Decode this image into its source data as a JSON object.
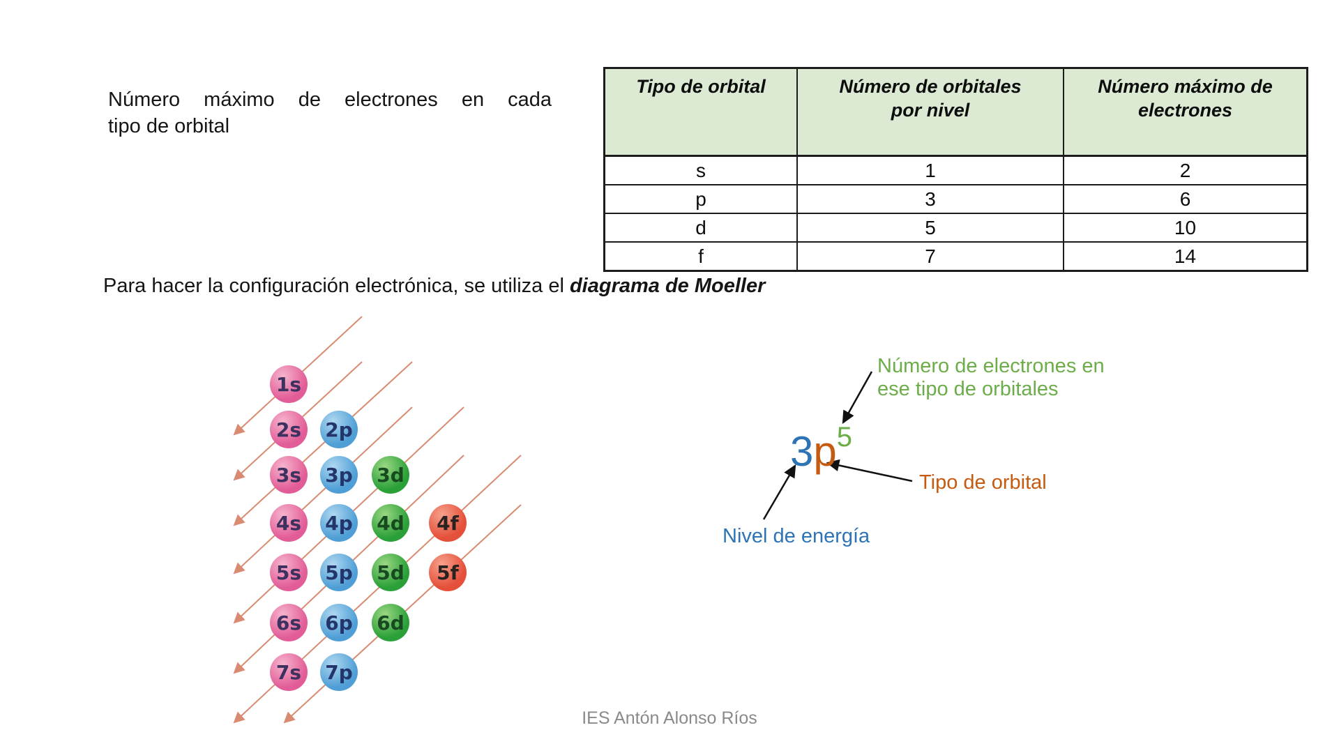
{
  "page": {
    "background": "#ffffff"
  },
  "intro": {
    "line1": "Número máximo de electrones en cada",
    "line2": "tipo de orbital"
  },
  "table": {
    "headers": [
      "Tipo de orbital",
      "Número de orbitales por nivel",
      "Número máximo de electrones"
    ],
    "rows": [
      [
        "s",
        "1",
        "2"
      ],
      [
        "p",
        "3",
        "6"
      ],
      [
        "d",
        "5",
        "10"
      ],
      [
        "f",
        "7",
        "14"
      ]
    ],
    "header_bg": "#dcead3",
    "border_color": "#1c1c1c"
  },
  "caption": {
    "prefix": "Para hacer la configuración electrónica, se utiliza el ",
    "emphasis": "diagrama de Moeller"
  },
  "moeller": {
    "balls": [
      {
        "label": "1s",
        "type": "s",
        "col": 0,
        "row": 0
      },
      {
        "label": "2s",
        "type": "s",
        "col": 0,
        "row": 1
      },
      {
        "label": "2p",
        "type": "p",
        "col": 1,
        "row": 1
      },
      {
        "label": "3s",
        "type": "s",
        "col": 0,
        "row": 2
      },
      {
        "label": "3p",
        "type": "p",
        "col": 1,
        "row": 2
      },
      {
        "label": "3d",
        "type": "d",
        "col": 2,
        "row": 2
      },
      {
        "label": "4s",
        "type": "s",
        "col": 0,
        "row": 3
      },
      {
        "label": "4p",
        "type": "p",
        "col": 1,
        "row": 3
      },
      {
        "label": "4d",
        "type": "d",
        "col": 2,
        "row": 3
      },
      {
        "label": "4f",
        "type": "f",
        "col": 3,
        "row": 3
      },
      {
        "label": "5s",
        "type": "s",
        "col": 0,
        "row": 4
      },
      {
        "label": "5p",
        "type": "p",
        "col": 1,
        "row": 4
      },
      {
        "label": "5d",
        "type": "d",
        "col": 2,
        "row": 4
      },
      {
        "label": "5f",
        "type": "f",
        "col": 3,
        "row": 4
      },
      {
        "label": "6s",
        "type": "s",
        "col": 0,
        "row": 5
      },
      {
        "label": "6p",
        "type": "p",
        "col": 1,
        "row": 5
      },
      {
        "label": "6d",
        "type": "d",
        "col": 2,
        "row": 5
      },
      {
        "label": "7s",
        "type": "s",
        "col": 0,
        "row": 6
      },
      {
        "label": "7p",
        "type": "p",
        "col": 1,
        "row": 6
      }
    ],
    "arrows": [
      {
        "cells": [
          [
            0,
            0
          ]
        ]
      },
      {
        "cells": [
          [
            0,
            1
          ]
        ]
      },
      {
        "cells": [
          [
            1,
            1
          ],
          [
            0,
            2
          ]
        ]
      },
      {
        "cells": [
          [
            1,
            2
          ],
          [
            0,
            3
          ]
        ]
      },
      {
        "cells": [
          [
            2,
            2
          ],
          [
            1,
            3
          ],
          [
            0,
            4
          ]
        ]
      },
      {
        "cells": [
          [
            2,
            3
          ],
          [
            1,
            4
          ],
          [
            0,
            5
          ]
        ]
      },
      {
        "cells": [
          [
            3,
            3
          ],
          [
            2,
            4
          ],
          [
            1,
            5
          ],
          [
            0,
            6
          ]
        ]
      },
      {
        "cells": [
          [
            3,
            4
          ],
          [
            2,
            5
          ],
          [
            1,
            6
          ]
        ]
      }
    ],
    "colors": {
      "arrow": "#d88b70",
      "s": {
        "light": "#f6b4cd",
        "base": "#e25d97",
        "label": "#3d3160"
      },
      "p": {
        "light": "#aed7f0",
        "base": "#4f9fd6",
        "label": "#23356b"
      },
      "d": {
        "light": "#9bd784",
        "base": "#2ba039",
        "label": "#174a1e"
      },
      "f": {
        "light": "#f7a18c",
        "base": "#e4503a",
        "label": "#2a2220"
      }
    }
  },
  "annotation": {
    "electrons_line1": "Número de electrones en",
    "electrons_line2": "ese tipo de orbitales",
    "electrons_color": "#6cad49",
    "symbol_level": "3",
    "symbol_orbital": "p",
    "symbol_electrons": "5",
    "level_color": "#2e74b5",
    "orbital_color": "#c55a11",
    "orbital_label": "Tipo de orbital",
    "level_label": "Nivel de energía",
    "arrow_color": "#111111"
  },
  "footer": {
    "text": "IES Antón Alonso Ríos",
    "color": "#8a8a8a"
  }
}
